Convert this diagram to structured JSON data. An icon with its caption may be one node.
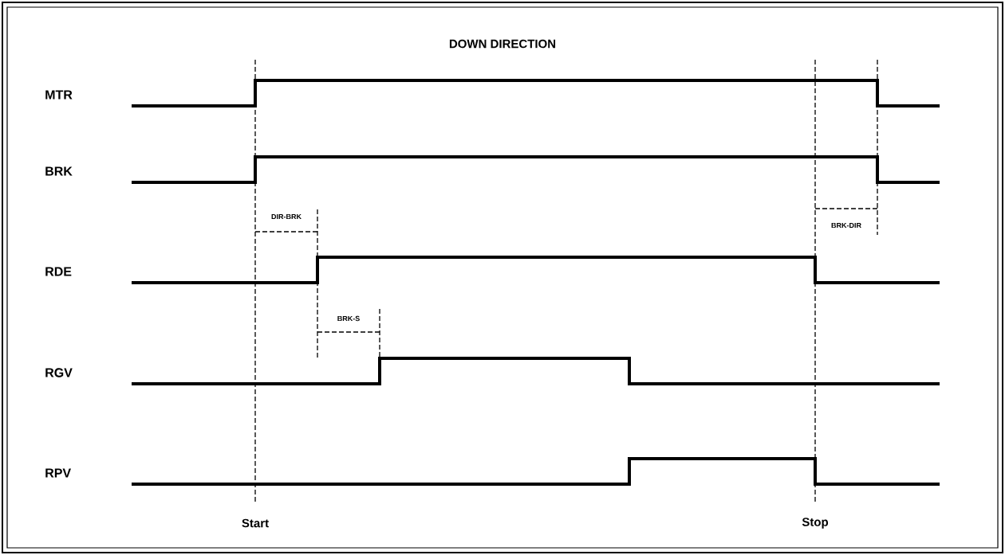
{
  "diagram": {
    "title": "DOWN DIRECTION",
    "labels": [
      "MTR",
      "BRK",
      "DIR-BRK",
      "BRK-DIR",
      "RDE",
      "BRK-S",
      "RGV",
      "RPV",
      "Start",
      "Stop"
    ]
  }
}
